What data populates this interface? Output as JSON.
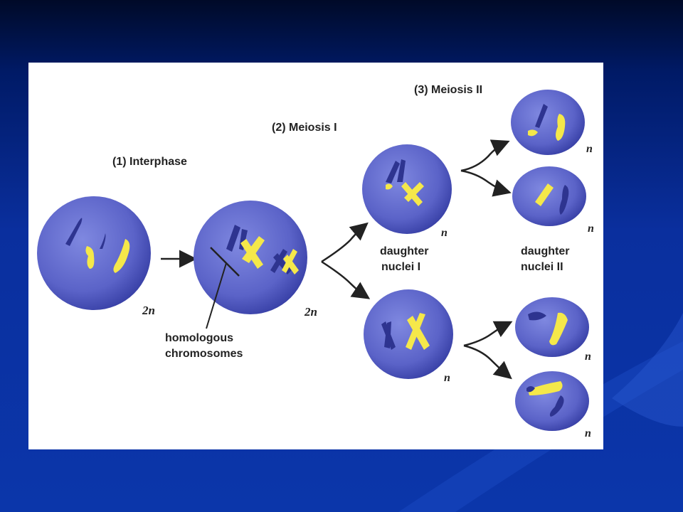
{
  "labels": {
    "interphase": "(1)  Interphase",
    "meiosis1": "(2)  Meiosis I",
    "meiosis2": "(3)  Meiosis II",
    "homologous_line1": "homologous",
    "homologous_line2": "chromosomes",
    "daughter1_line1": "daughter",
    "daughter1_line2": "nuclei I",
    "daughter2_line1": "daughter",
    "daughter2_line2": "nuclei II"
  },
  "ploidy": {
    "interphase_cell": "2n",
    "meiosis1_cell": "2n",
    "daughter1_top": "n",
    "daughter1_bottom": "n",
    "daughter2_1": "n",
    "daughter2_2": "n",
    "daughter2_3": "n",
    "daughter2_4": "n"
  },
  "colors": {
    "cell_fill": "#5b63c8",
    "cell_edge": "#3a42a8",
    "chromosome_dark": "#2e3490",
    "chromosome_light": "#f5e84a",
    "slide_background": "#0b36aa",
    "panel": "#ffffff"
  }
}
